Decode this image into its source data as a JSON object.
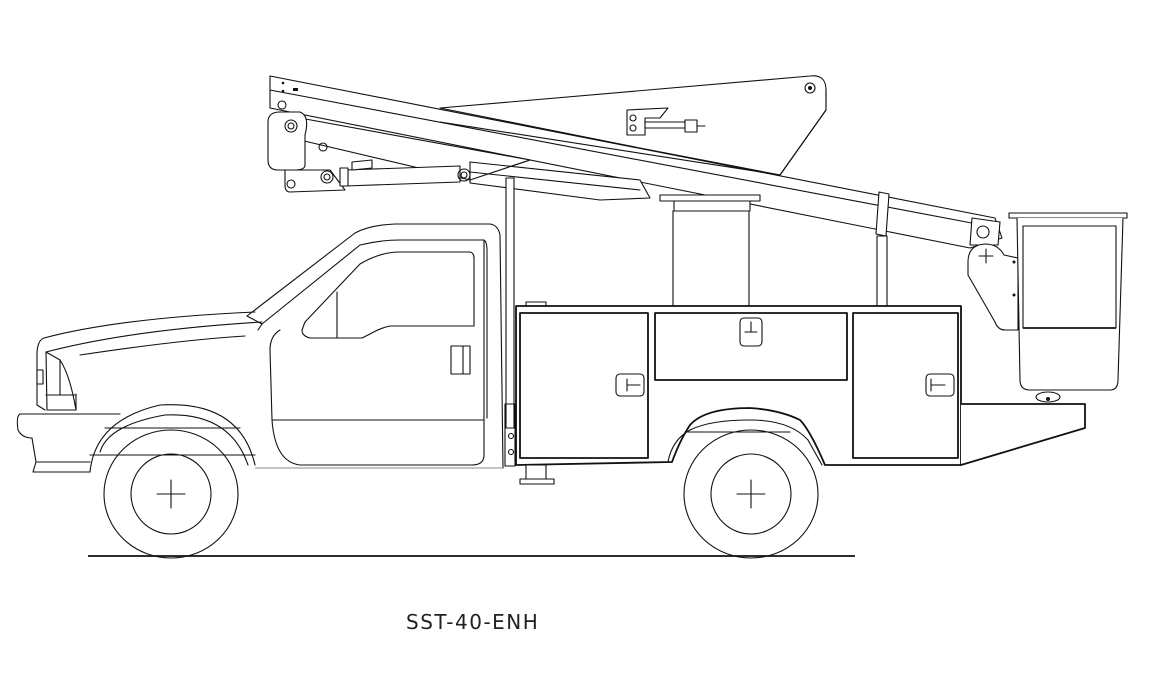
{
  "drawing": {
    "title": "SST-40-ENH",
    "subject": "bucket truck side elevation",
    "line_color": "#111111",
    "background": "#ffffff",
    "components": {
      "cab": "truck-cab",
      "boom": "telescopic-boom",
      "bucket": "aerial-bucket",
      "body": "utility-service-body",
      "wheels": [
        "front-wheel",
        "rear-wheel"
      ],
      "compartments": [
        "left-compartment-door",
        "top-center-compartment-lid",
        "right-compartment-door"
      ]
    }
  }
}
